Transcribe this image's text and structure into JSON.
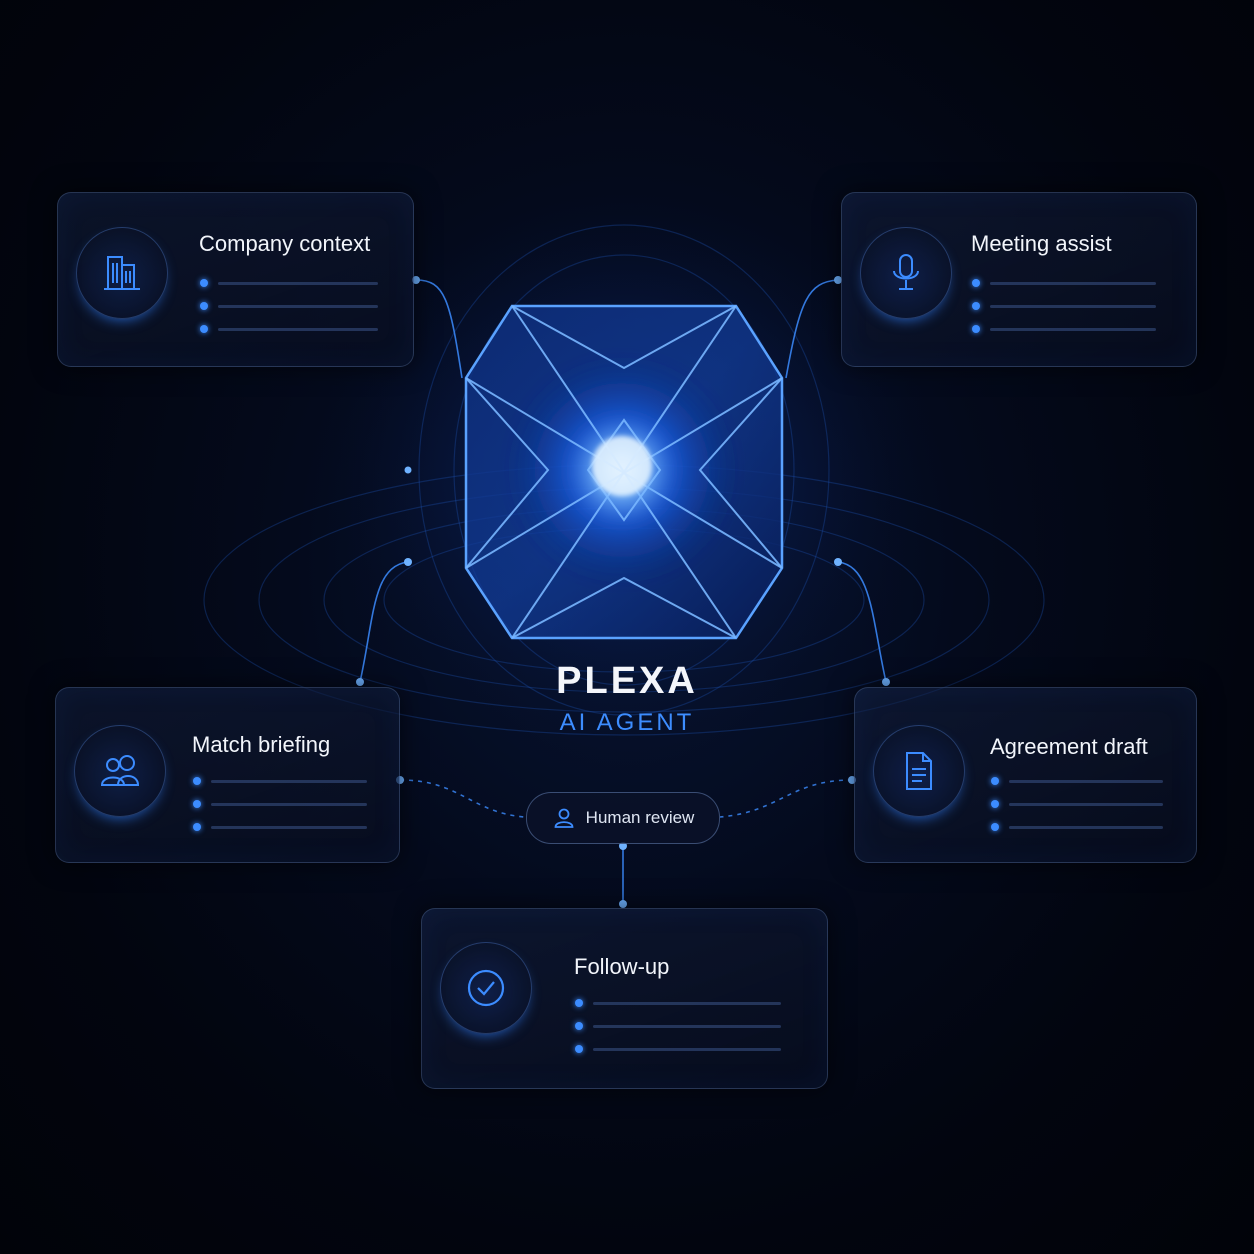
{
  "brand": {
    "name": "PLEXA",
    "subtitle": "AI AGENT"
  },
  "cards": {
    "company": {
      "title": "Company context",
      "icon": "building-icon"
    },
    "meeting": {
      "title": "Meeting assist",
      "icon": "microphone-icon"
    },
    "match": {
      "title": "Match briefing",
      "icon": "users-icon"
    },
    "agreement": {
      "title": "Agreement draft",
      "icon": "document-icon"
    },
    "followup": {
      "title": "Follow-up",
      "icon": "check-circle-icon"
    }
  },
  "review": {
    "label": "Human review",
    "icon": "user-icon"
  },
  "colors": {
    "accent": "#3c8cff",
    "background": "#02050f",
    "text": "#f2f5fb",
    "subtitle": "#3d8dff"
  }
}
